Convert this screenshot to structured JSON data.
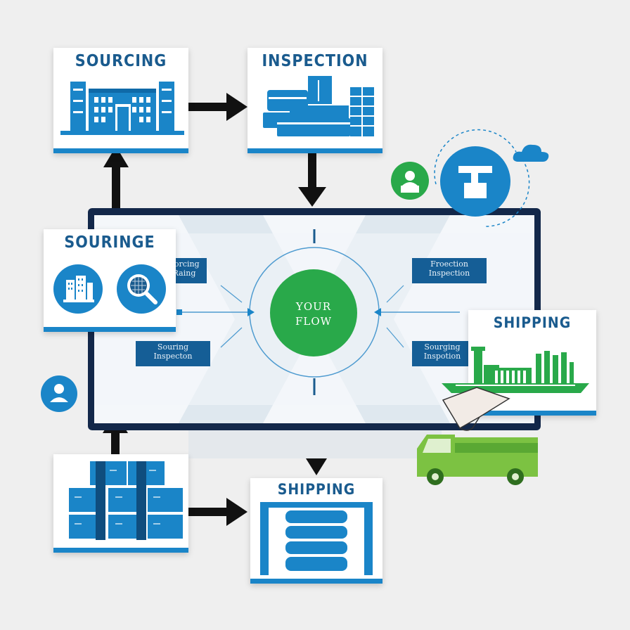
{
  "cards": {
    "sourcing_top": {
      "title": "SOURCING"
    },
    "inspection_top": {
      "title": "INSPECTION"
    },
    "sourcing_left": {
      "title": "SOURINGE"
    },
    "shipping_right": {
      "title": "SHIPPING"
    },
    "shipping_bottom": {
      "title": "SHIPPING"
    }
  },
  "center": {
    "hub_line1": "YOUR",
    "hub_line2": "FLOW"
  },
  "labels": {
    "top_left": {
      "line1": "Sorcing",
      "line2": "Raing"
    },
    "top_right": {
      "line1": "Froection",
      "line2": "Inspection"
    },
    "bottom_left": {
      "line1": "Souring",
      "line2": "Inspecton"
    },
    "bottom_right": {
      "line1": "Sourging",
      "line2": "Inspotion"
    }
  },
  "colors": {
    "blue": "#1a85c8",
    "dark_blue": "#1a5b8e",
    "navy": "#13284a",
    "green": "#29a94a",
    "truck_green": "#7cc242"
  },
  "icons": [
    "factory-icon",
    "warehouse-icon",
    "search-icon",
    "person-icon",
    "cloud-icon",
    "truck-icon",
    "ship-icon",
    "pallet-icon",
    "drum-stack-icon"
  ]
}
